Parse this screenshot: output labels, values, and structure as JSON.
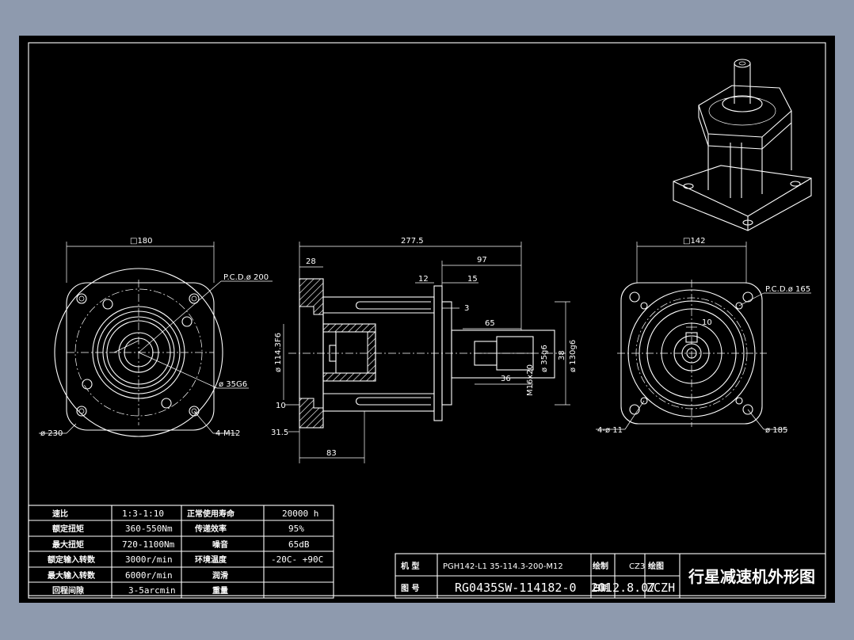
{
  "dimensions": {
    "front_square": "□180",
    "front_pcd": "P.C.D.ø 200",
    "front_bore": "ø 35G6",
    "front_outer": "ø 230",
    "front_holes": "4-M12",
    "total_length": "277.5",
    "flange_thk": "28",
    "shaft_len": "97",
    "d12": "12",
    "d15": "15",
    "d3": "3",
    "d65": "65",
    "d36": "36",
    "d38": "38",
    "shaft_dia": "ø 35g6",
    "pilot_dia": "ø 130g6",
    "thread": "M16x20",
    "in_dia": "ø 114.3F6",
    "d10": "10",
    "d31_5": "31.5",
    "d83": "83",
    "rear_square": "□142",
    "rear_pcd": "P.C.D.ø 165",
    "rear_key": "10",
    "rear_holes": "4-ø 11",
    "rear_outer": "ø 185"
  },
  "spec_table": {
    "rows": [
      {
        "l1": "速比",
        "v1": "1:3-1:10",
        "l2": "正常使用寿命",
        "v2": "20000  h"
      },
      {
        "l1": "额定扭矩",
        "v1": "360-550Nm",
        "l2": "传递效率",
        "v2": "95%"
      },
      {
        "l1": "最大扭矩",
        "v1": "720-1100Nm",
        "l2": "噪音",
        "v2": "65dB"
      },
      {
        "l1": "额定输入转数",
        "v1": "3000r/min",
        "l2": "环境温度",
        "v2": "-20C-  +90C"
      },
      {
        "l1": "最大输入转数",
        "v1": "6000r/min",
        "l2": "润滑",
        "v2": ""
      },
      {
        "l1": "回程间隙",
        "v1": "3-5arcmin",
        "l2": "重量",
        "v2": ""
      }
    ]
  },
  "title_block": {
    "model_label": "机  型",
    "model_value": "PGH142-L1 35-114.3-200-M12",
    "drawer_label": "绘制",
    "drawer_value": "CZ3",
    "check_label": "绘图",
    "drawing_label": "图  号",
    "drawing_value": "RG0435SW-114182-0",
    "date_label": "日期",
    "date_value": "2012.8.07",
    "checker_value": "ZCZH",
    "title": "行星减速机外形图"
  }
}
